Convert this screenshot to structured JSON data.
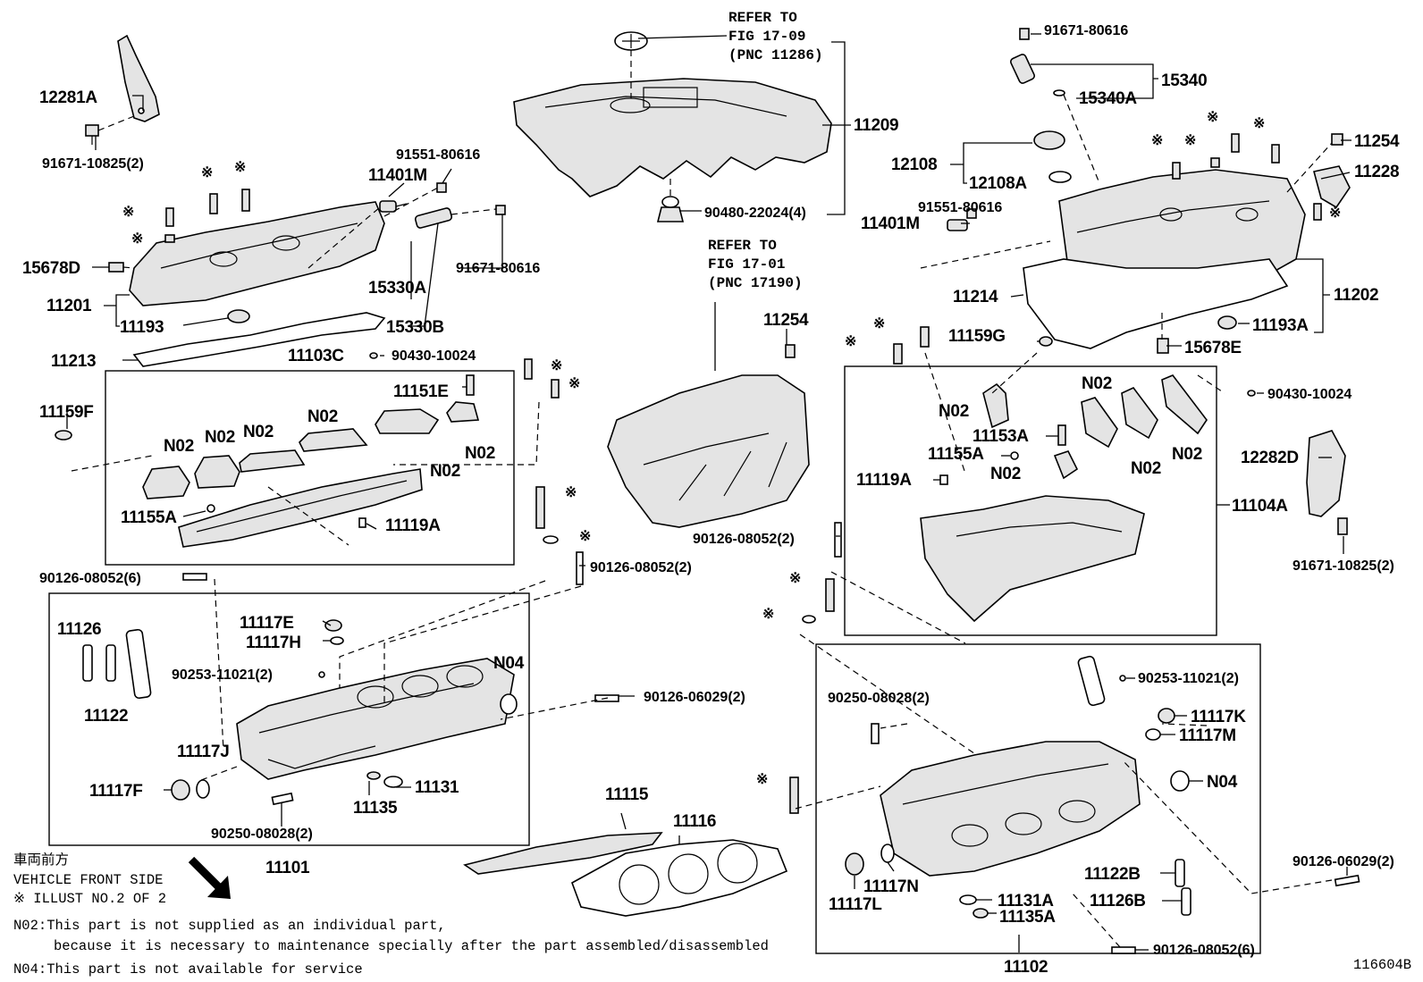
{
  "labels": {
    "p12281A": "12281A",
    "p91671_10825_l": "91671-10825(2)",
    "p11401M_l": "11401M",
    "p91551_80616_l": "91551-80616",
    "p15678D": "15678D",
    "p11201": "11201",
    "p11193": "11193",
    "p15330A": "15330A",
    "p15330B": "15330B",
    "p91671_80616_l": "91671-80616",
    "p11213": "11213",
    "p11103C": "11103C",
    "p90430_10024_l": "90430-10024",
    "p11159F": "11159F",
    "p11151E": "11151E",
    "p11155A_l": "11155A",
    "p11119A_l": "11119A",
    "p90126_08052_6_l": "90126-08052(6)",
    "p90126_08052_2_mid": "90126-08052(2)",
    "p11126": "11126",
    "p11122": "11122",
    "p11117E": "11117E",
    "p11117H": "11117H",
    "p90253_l": "90253-11021(2)",
    "p90126_06029_l": "90126-06029(2)",
    "p11117J": "11117J",
    "p11117F": "11117F",
    "p11131": "11131",
    "p11135": "11135",
    "p90250_l": "90250-08028(2)",
    "p11101": "11101",
    "p11115": "11115",
    "p11116": "11116",
    "p11209": "11209",
    "p90480": "90480-22024(4)",
    "p11254_mid": "11254",
    "p90126_08052_2_top": "90126-08052(2)",
    "p91671_80616_r": "91671-80616",
    "p15340": "15340",
    "p15340A": "15340A",
    "p12108": "12108",
    "p12108A": "12108A",
    "p91551_80616_r": "91551-80616",
    "p11401M_r": "11401M",
    "p11214": "11214",
    "p11254_r": "11254",
    "p11228": "11228",
    "p11202": "11202",
    "p11193A": "11193A",
    "p15678E": "15678E",
    "p11159G": "11159G",
    "p90430_10024_r": "90430-10024",
    "p11153A": "11153A",
    "p11155A_r": "11155A",
    "p11119A_r": "11119A",
    "p11104A": "11104A",
    "p12282D": "12282D",
    "p91671_10825_r": "91671-10825(2)",
    "p90250_r": "90250-08028(2)",
    "p90253_r": "90253-11021(2)",
    "p11117K": "11117K",
    "p11117M": "11117M",
    "p11117N": "11117N",
    "p11117L": "11117L",
    "p11131A": "11131A",
    "p11135A": "11135A",
    "p11122B": "11122B",
    "p11126B": "11126B",
    "p90126_06029_r": "90126-06029(2)",
    "p90126_08052_6_r": "90126-08052(6)",
    "p11102": "11102",
    "n02": "N02",
    "n04": "N04",
    "mark": "※"
  },
  "refs": {
    "ref1_line1": "REFER TO",
    "ref1_line2": "FIG 17-09",
    "ref1_line3": "(PNC 11286)",
    "ref2_line1": "REFER TO",
    "ref2_line2": "FIG 17-01",
    "ref2_line3": "(PNC 17190)"
  },
  "legend": {
    "front_jp": "車両前方",
    "front_en": "VEHICLE FRONT SIDE",
    "illust": "※  ILLUST NO.2 OF 2",
    "note_n02_line1": "N02:This part is not supplied as an individual part,",
    "note_n02_line2": "because it is necessary to maintenance specially after the part assembled/disassembled",
    "note_n04": "N04:This part is not available for service",
    "figure_id": "116604B"
  }
}
